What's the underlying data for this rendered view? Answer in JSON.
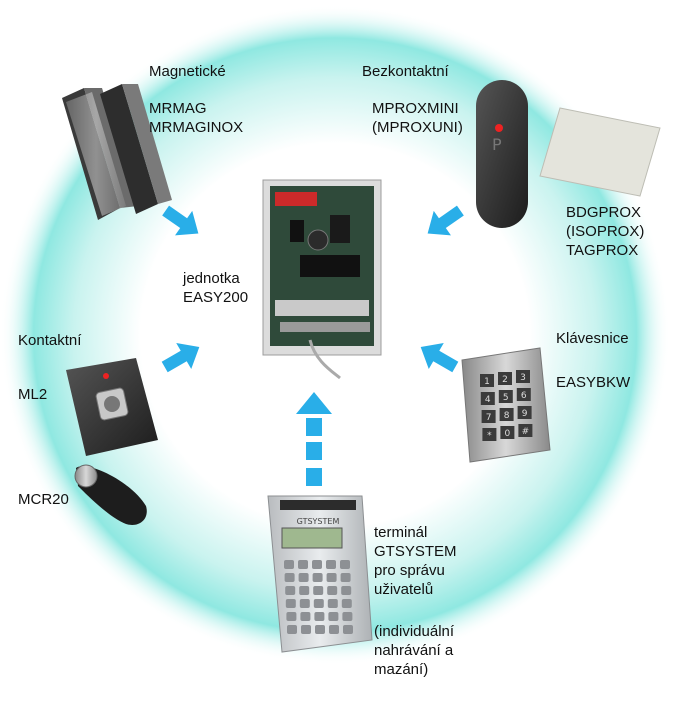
{
  "categories": {
    "magnetic": {
      "title": "Magnetické",
      "items": "MRMAG\nMRMAGINOX"
    },
    "contactless": {
      "title": "Bezkontaktní",
      "items": "MPROXMINI\n(MPROXUNI)",
      "items2": "BDGPROX\n(ISOPROX)\nTAGPROX"
    },
    "contact": {
      "title": "Kontaktní",
      "item1": "ML2",
      "item2": "MCR20"
    },
    "keypad": {
      "title": "Klávesnice",
      "item": "EASYBKW"
    }
  },
  "center": {
    "label": "jednotka\nEASY200"
  },
  "terminal": {
    "description": "terminál\nGTSYSTEM\npro správu\nuživatelů",
    "note": "(individuální\nnahrávání a\nmazání)",
    "screen_brand": "GTSYSTEM"
  },
  "keypad_keys": [
    "1",
    "2",
    "3",
    "4",
    "5",
    "6",
    "7",
    "8",
    "9",
    "*",
    "0",
    "#"
  ],
  "colors": {
    "glow": "#7fe6e0",
    "arrow": "#29aee8"
  },
  "icons": {
    "arrow": "arrow-icon"
  }
}
